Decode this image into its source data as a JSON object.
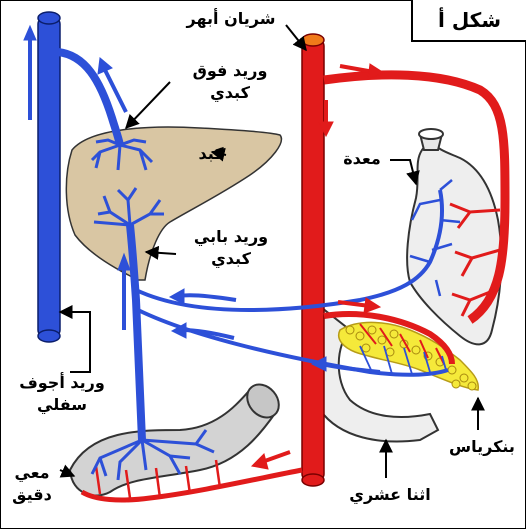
{
  "figure": {
    "title": "شكل أ",
    "labels": {
      "aorta": "شريان أبهر",
      "hepatic_vein_line1": "وريد فوق",
      "hepatic_vein_line2": "كبدي",
      "liver": "كبد",
      "stomach": "معدة",
      "portal_vein_line1": "وريد بابي",
      "portal_vein_line2": "كبدي",
      "vena_cava_line1": "وريد أجوف",
      "vena_cava_line2": "سفلي",
      "small_intestine_line1": "معي",
      "small_intestine_line2": "دقيق",
      "duodenum": "اثنا عشري",
      "pancreas": "بنكرياس"
    },
    "colors": {
      "vein": "#2d50d8",
      "artery": "#e11b1b",
      "liver": "#d9c6a3",
      "organ_gray": "#d3d3d3",
      "pancreas": "#f5e93a",
      "aorta_cap": "#f07a1a"
    }
  }
}
